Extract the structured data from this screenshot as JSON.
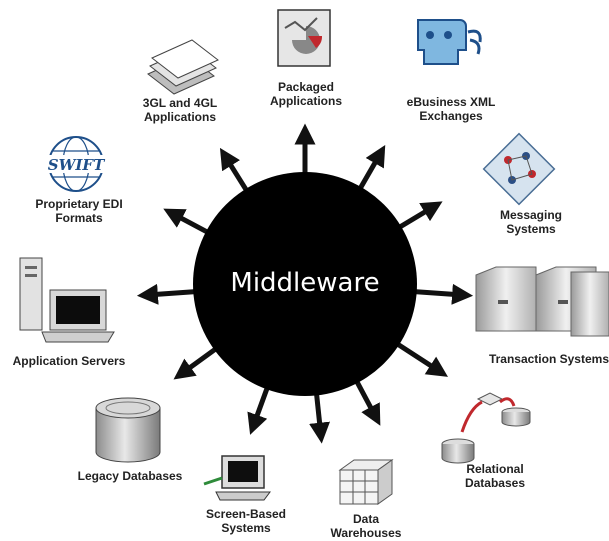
{
  "center": {
    "label": "Middleware"
  },
  "nodes": [
    {
      "id": "packaged",
      "label": "Packaged\nApplications",
      "icon": "packaged-apps-icon"
    },
    {
      "id": "ebusiness",
      "label": "eBusiness XML\nExchanges",
      "icon": "xml-exchange-icon"
    },
    {
      "id": "messaging",
      "label": "Messaging\nSystems",
      "icon": "messaging-icon"
    },
    {
      "id": "transaction",
      "label": "Transaction Systems",
      "icon": "server-rack-icon"
    },
    {
      "id": "relational",
      "label": "Relational\nDatabases",
      "icon": "relational-db-icon"
    },
    {
      "id": "warehouses",
      "label": "Data\nWarehouses",
      "icon": "data-cube-icon"
    },
    {
      "id": "screen",
      "label": "Screen-Based\nSystems",
      "icon": "terminal-icon"
    },
    {
      "id": "legacy",
      "label": "Legacy Databases",
      "icon": "database-cylinder-icon"
    },
    {
      "id": "appservers",
      "label": "Application Servers",
      "icon": "app-server-icon"
    },
    {
      "id": "edi",
      "label": "Proprietary EDI\nFormats",
      "icon": "swift-globe-icon"
    },
    {
      "id": "gl",
      "label": "3GL and 4GL\nApplications",
      "icon": "stacked-papers-icon"
    }
  ],
  "logo_text": "SWIFT",
  "colors": {
    "hub": "#000000",
    "arrow": "#111111",
    "accent_red": "#c0282d",
    "accent_green": "#2e8b3a"
  }
}
